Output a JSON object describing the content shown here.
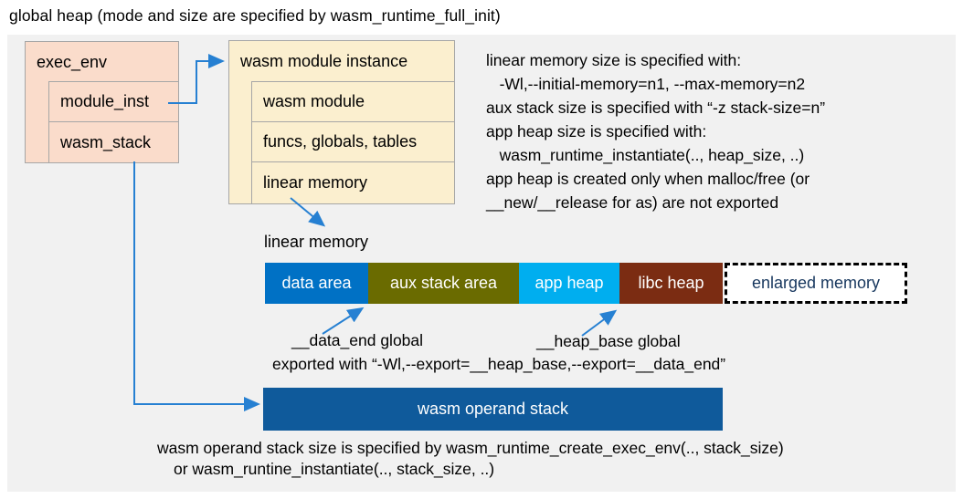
{
  "title": "global heap (mode and size are specified by wasm_runtime_full_init)",
  "exec_env": {
    "label": "exec_env",
    "rows": [
      {
        "label": "module_inst"
      },
      {
        "label": "wasm_stack"
      }
    ]
  },
  "module_instance": {
    "label": "wasm module instance",
    "rows": [
      {
        "label": "wasm module"
      },
      {
        "label": "funcs, globals, tables"
      },
      {
        "label": "linear memory"
      }
    ]
  },
  "notes_right": {
    "lines": [
      "linear memory size is specified with:",
      "   -Wl,--initial-memory=n1, --max-memory=n2",
      "aux stack size is specified with “-z stack-size=n”",
      "app heap size is specified with:",
      "   wasm_runtime_instantiate(.., heap_size, ..)",
      "app heap is created only when malloc/free (or",
      "__new/__release for as) are not exported"
    ]
  },
  "linear_memory": {
    "label": "linear memory",
    "segments": [
      {
        "label": "data area",
        "color": "#0071c5"
      },
      {
        "label": "aux stack area",
        "color": "#6a6b00"
      },
      {
        "label": "app heap",
        "color": "#00aeef"
      },
      {
        "label": "libc heap",
        "color": "#7b2c12"
      },
      {
        "label": "enlarged memory",
        "color": "#ffffff",
        "border": "dashed",
        "text_color": "#17375e"
      }
    ],
    "annotations": {
      "data_end": "__data_end global",
      "heap_base": "__heap_base global",
      "exported": "exported with “-Wl,--export=__heap_base,--export=__data_end”"
    }
  },
  "operand_stack": {
    "label": "wasm operand stack",
    "color": "#0f5a9b",
    "notes": [
      "wasm operand stack size is specified by wasm_runtime_create_exec_env(.., stack_size)",
      "or wasm_runtine_instantiate(.., stack_size, ..)"
    ]
  },
  "colors": {
    "panel_bg": "#f1f1f1",
    "salmon_box": "#fadccb",
    "yellow_box": "#fbefcf",
    "box_border": "#a6a6a6",
    "arrow": "#2680d2"
  }
}
